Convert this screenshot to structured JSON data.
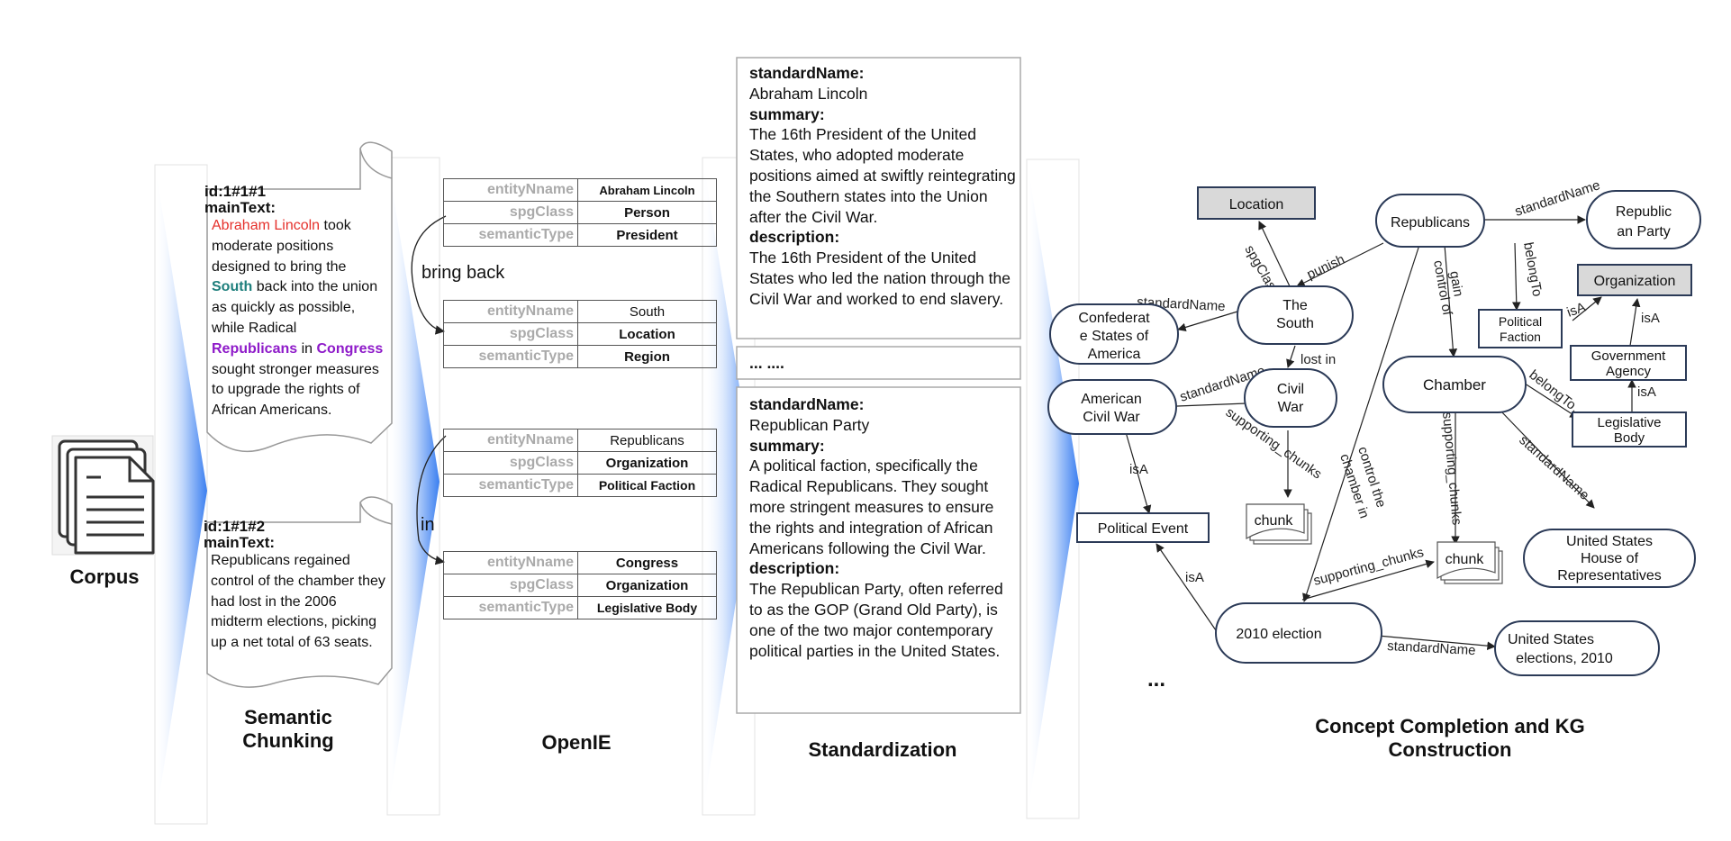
{
  "corpus": {
    "label": "Corpus"
  },
  "chunks": [
    {
      "id": "id:1#1#1",
      "main_label": "mainText:",
      "text_parts": [
        {
          "t": "Abraham Lincoln",
          "c": "red"
        },
        {
          "t": " took moderate positions designed to bring the ",
          "c": ""
        },
        {
          "t": "South",
          "c": "teal"
        },
        {
          "t": " back into the union as quickly as possible, while Radical ",
          "c": ""
        },
        {
          "t": "Republicans",
          "c": "purple"
        },
        {
          "t": " in ",
          "c": ""
        },
        {
          "t": "Congress",
          "c": "purple"
        },
        {
          "t": " sought stronger measures to upgrade the rights of African Americans.",
          "c": ""
        }
      ]
    },
    {
      "id": "id:1#1#2",
      "main_label": "mainText:",
      "text_parts": [
        {
          "t": "Republicans regained control of the chamber they had lost in the 2006 midterm elections, picking up a net total of 63 seats.",
          "c": ""
        }
      ]
    }
  ],
  "stages": {
    "chunking": "Semantic Chunking",
    "openie": "OpenIE",
    "standardization": "Standardization",
    "kg": "Concept Completion and KG Construction"
  },
  "openie": {
    "keys": [
      "entityNname",
      "spgClass",
      "semanticType"
    ],
    "entities": [
      [
        "Abraham Lincoln",
        "Person",
        "President"
      ],
      [
        "South",
        "Location",
        "Region"
      ],
      [
        "Republicans",
        "Organization",
        "Political Faction"
      ],
      [
        "Congress",
        "Organization",
        "Legislative Body"
      ]
    ],
    "relations": [
      "bring back",
      "in"
    ]
  },
  "standardization": {
    "box1": {
      "standard_label": "standardName:",
      "standard_value": "Abraham Lincoln",
      "summary_label": "summary:",
      "summary": "The 16th President of the United States, who adopted moderate positions aimed at swiftly reintegrating the Southern states into the Union after the Civil War.",
      "description_label": "description:",
      "description": "The 16th President of the United States who led the nation through the Civil War and worked to end slavery."
    },
    "ellipsis": "... ....",
    "box2": {
      "standard_label": "standardName:",
      "standard_value": "Republican Party",
      "summary_label": "summary:",
      "summary": "A political faction, specifically the Radical Republicans. They sought more stringent measures to ensure the rights and integration of African Americans following the Civil War.",
      "description_label": "description:",
      "description": "The Republican Party, often referred to as the GOP (Grand Old Party), is one of the two major contemporary political parties in the United States."
    }
  },
  "kg": {
    "nodes": {
      "location": "Location",
      "republicans": "Republicans",
      "republican_party": [
        "Republic",
        "an Party"
      ],
      "organization": "Organization",
      "confederate": [
        "Confederat",
        "e States of",
        "America"
      ],
      "south": [
        "The",
        "South"
      ],
      "political_faction": [
        "Political",
        "Faction"
      ],
      "government_agency": [
        "Government",
        "Agency"
      ],
      "american_civil_war": [
        "American",
        "Civil War"
      ],
      "civil_war": [
        "Civil",
        "War"
      ],
      "chamber": "Chamber",
      "legislative_body": [
        "Legislative",
        "Body"
      ],
      "chunk1": "chunk",
      "chunk2": "chunk",
      "political_event": "Political Event",
      "us_house": [
        "United States",
        "House of",
        "Representatives"
      ],
      "election_2010": "2010 election",
      "us_elections_2010": [
        "United States",
        "elections, 2010"
      ]
    },
    "edges": {
      "spgClass": "spgClass",
      "punish": "punish",
      "standardName": "standardName",
      "belongTo": "belongTo",
      "gain_control_of": [
        "gain",
        "control of"
      ],
      "isA": "isA",
      "lost_in": "lost in",
      "supporting_chunks": "supporting_chunks",
      "control_chamber_in": [
        "control the",
        "chamber in"
      ]
    },
    "ellipsis": "..."
  },
  "colors": {
    "node_border": "#2b3a57",
    "gray_fill": "#d9d9d9",
    "highlight_red": "#e5302b",
    "highlight_teal": "#1e7f7c",
    "highlight_purple": "#8e1ac9",
    "arrow_blue": "#3b7ff0"
  }
}
